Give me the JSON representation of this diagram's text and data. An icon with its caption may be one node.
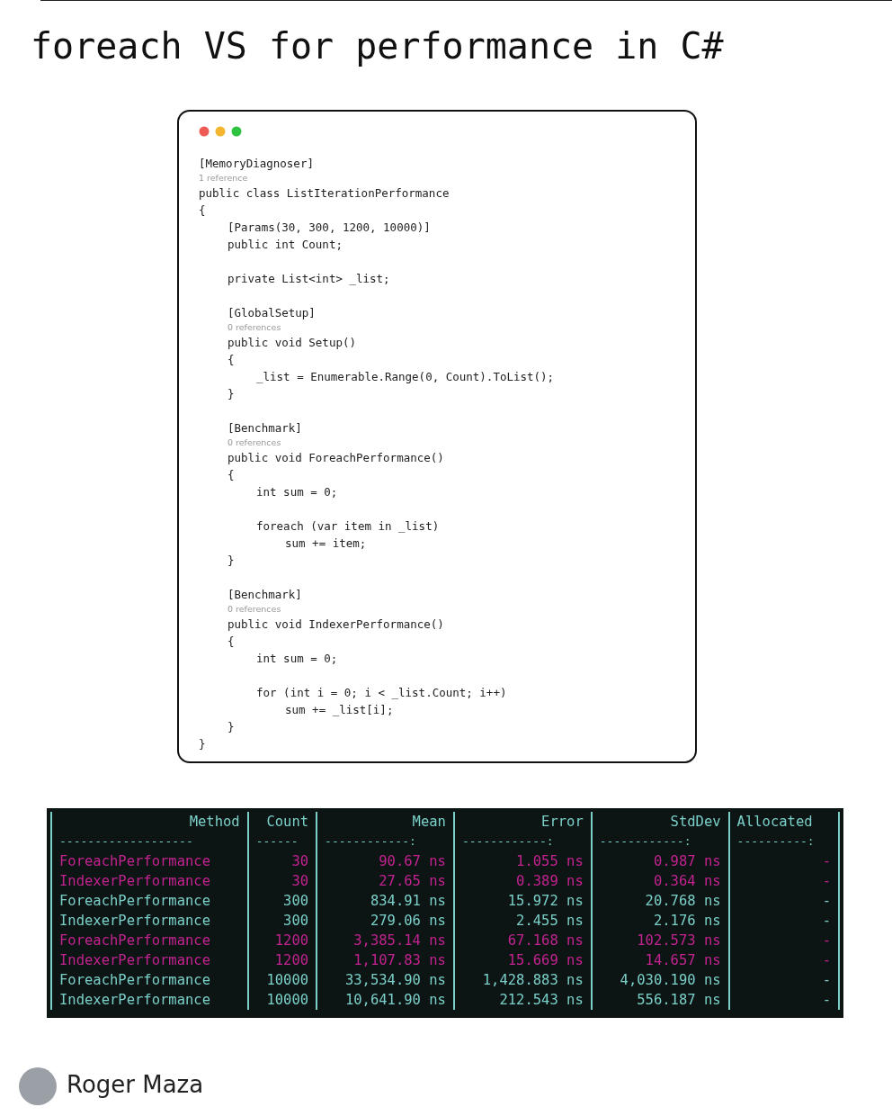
{
  "diagram": {
    "title": "foreach VS for performance in C#",
    "labels": [
      "[MemoryDiagnoser]",
      "1 reference",
      "public class ListIterationPerformance",
      "{",
      "[Params(30, 300, 1200, 10000)]",
      "public int Count;",
      "private List<int> _list;",
      "[GlobalSetup]",
      "0 references",
      "public void Setup()",
      "{",
      "_list = Enumerable.Range(0, Count).ToList();",
      "}",
      "[Benchmark]",
      "0 references",
      "public void ForeachPerformance()",
      "{",
      "int sum = 0;",
      "foreach (var item in _list)",
      "sum += item;",
      "}",
      "[Benchmark]",
      "0 references",
      "public void IndexerPerformance()",
      "{",
      "int sum = 0;",
      "for (int i = 0; i < _list.Count; i++)",
      "sum += _list[i];",
      "}",
      "}",
      "Method",
      "Count",
      "Mean",
      "Error",
      "StdDev",
      "Allocated",
      "-------------------",
      "------",
      "------------:",
      "------------:",
      "------------:",
      "----------:",
      "ForeachPerformance",
      "30",
      "90.67 ns",
      "1.055 ns",
      "0.987 ns",
      "-",
      "IndexerPerformance",
      "30",
      "27.65 ns",
      "0.389 ns",
      "0.364 ns",
      "-",
      "ForeachPerformance",
      "300",
      "834.91 ns",
      "15.972 ns",
      "20.768 ns",
      "-",
      "IndexerPerformance",
      "300",
      "279.06 ns",
      "2.455 ns",
      "2.176 ns",
      "-",
      "ForeachPerformance",
      "1200",
      "3,385.14 ns",
      "67.168 ns",
      "102.573 ns",
      "-",
      "IndexerPerformance",
      "1200",
      "1,107.83 ns",
      "15.669 ns",
      "14.657 ns",
      "-",
      "ForeachPerformance",
      "10000",
      "33,534.90 ns",
      "1,428.883 ns",
      "4,030.190 ns",
      "-",
      "IndexerPerformance",
      "10000",
      "10,641.90 ns",
      "212.543 ns",
      "556.187 ns",
      "-",
      "Roger Maza"
    ]
  }
}
